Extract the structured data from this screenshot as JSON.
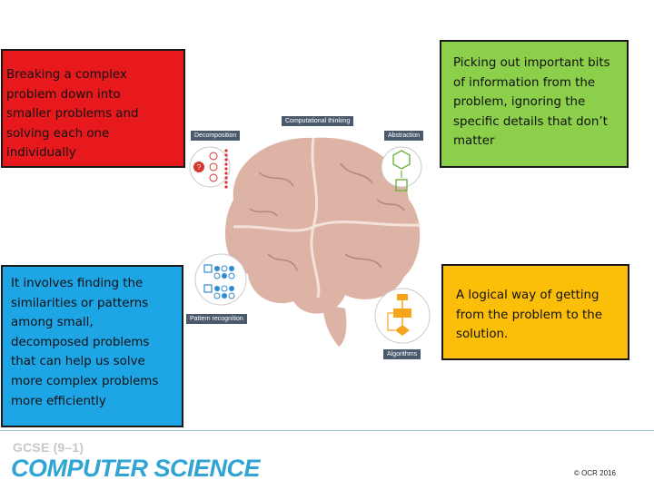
{
  "boxes": {
    "decomposition_desc": [
      "Breaking a complex",
      "problem down into",
      "smaller problems and",
      "solving each one",
      "individually"
    ],
    "abstraction_desc": [
      "Picking out important bits",
      "of information from the",
      "problem, ignoring the",
      "specific details that don’t",
      "matter"
    ],
    "pattern_desc": [
      "It involves finding the",
      "similarities or patterns",
      "among small,",
      "decomposed problems",
      "that can help us solve",
      "more complex problems",
      "more efficiently"
    ],
    "algorithm_desc": [
      "A logical way of getting",
      "from the problem to the",
      "solution."
    ]
  },
  "diagram": {
    "center_label": "Computational thinking",
    "decomposition_label": "Decomposition",
    "abstraction_label": "Abstraction",
    "pattern_label": "Pattern recognition",
    "algorithms_label": "Algorithms",
    "question_mark": "?"
  },
  "footer": {
    "course": "GCSE (9–1)",
    "subject": "COMPUTER SCIENCE",
    "copyright": "© OCR 2016"
  },
  "colors": {
    "decomposition": "#e8191c",
    "abstraction": "#8bcf4a",
    "pattern": "#1ea5e6",
    "algorithm": "#fbbf0a",
    "brand": "#2fa4d5"
  }
}
